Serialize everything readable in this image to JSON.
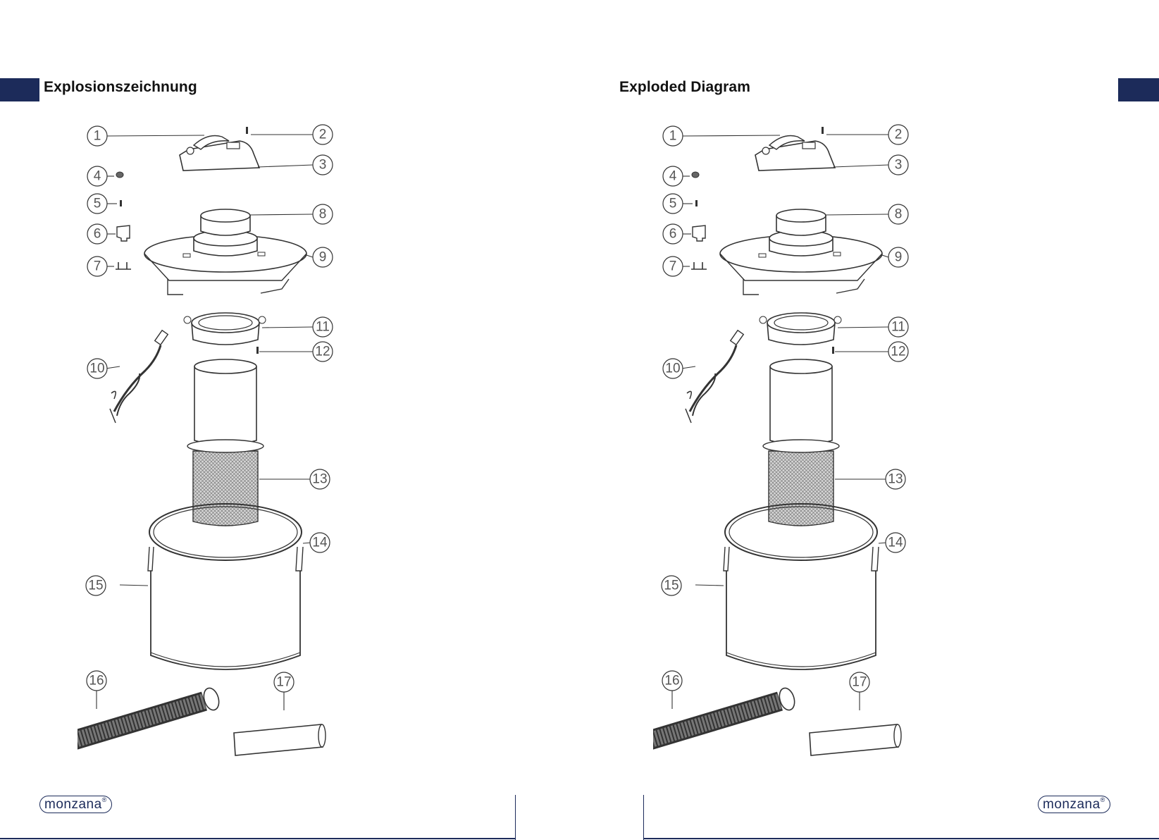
{
  "colors": {
    "brand_navy": "#1c2b5a",
    "drawing_stroke": "#333333",
    "label_ink": "#555555"
  },
  "pages": [
    {
      "heading": "Explosionszeichnung"
    },
    {
      "heading": "Exploded Diagram"
    }
  ],
  "logo": {
    "text": "monzana",
    "mark": "®"
  },
  "part_labels": [
    "1",
    "2",
    "3",
    "4",
    "5",
    "6",
    "7",
    "8",
    "9",
    "10",
    "11",
    "12",
    "13",
    "14",
    "15",
    "16",
    "17"
  ]
}
